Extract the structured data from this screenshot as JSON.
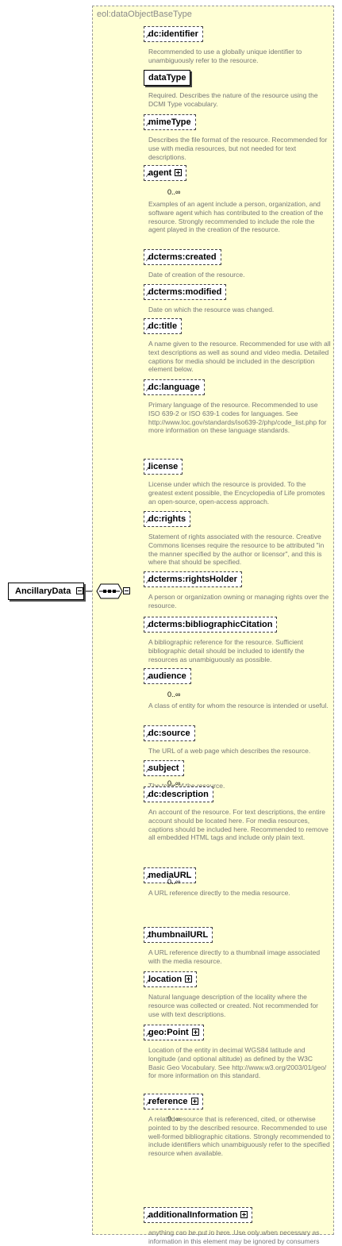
{
  "root": {
    "label": "AncillaryData"
  },
  "group": {
    "title": "eol:dataObjectBaseType"
  },
  "elements": [
    {
      "label": "dc:identifier",
      "required": false,
      "expandable": false,
      "cardinality": "",
      "description": "Recommended to use a globally unique identifier to unambiguously refer to the resource."
    },
    {
      "label": "dataType",
      "required": true,
      "expandable": false,
      "cardinality": "",
      "description": "Required. Describes the nature of the resource using the DCMI Type vocabulary."
    },
    {
      "label": "mimeType",
      "required": false,
      "expandable": false,
      "cardinality": "",
      "description": "Describes the file format of the resource. Recommended for use with media resources, but not needed for text descriptions."
    },
    {
      "label": "agent",
      "required": false,
      "expandable": true,
      "cardinality": "0..∞",
      "description": "Examples of an agent include a person, organization, and software agent which has contributed to the creation of the resource. Strongly recommended to include the role the agent played in the creation of the resource."
    },
    {
      "label": "dcterms:created",
      "required": false,
      "expandable": false,
      "cardinality": "",
      "description": "Date of creation of the resource."
    },
    {
      "label": "dcterms:modified",
      "required": false,
      "expandable": false,
      "cardinality": "",
      "description": "Date on which the resource was changed."
    },
    {
      "label": "dc:title",
      "required": false,
      "expandable": false,
      "cardinality": "",
      "description": "A name given to the resource. Recommended for use with all text descriptions as well as sound and video media. Detailed captions for media should be included in the description element below."
    },
    {
      "label": "dc:language",
      "required": false,
      "expandable": false,
      "cardinality": "",
      "description": "Primary language of the resource. Recommended to use ISO 639-2 or ISO 639-1 codes for languages. See http://www.loc.gov/standards/iso639-2/php/code_list.php for more information on these language standards."
    },
    {
      "label": "license",
      "required": false,
      "expandable": false,
      "cardinality": "",
      "description": "License under which the resource is provided. To the greatest extent possible, the Encyclopedia of Life promotes an open-source, open-access approach."
    },
    {
      "label": "dc:rights",
      "required": false,
      "expandable": false,
      "cardinality": "",
      "description": "Statement of rights associated with the resource. Creative Commons licenses require the resource to be attributed \"in the manner specified by the author or licensor\", and this is where that should be specified."
    },
    {
      "label": "dcterms:rightsHolder",
      "required": false,
      "expandable": false,
      "cardinality": "",
      "description": "A person or organization owning or managing rights over the resource."
    },
    {
      "label": "dcterms:bibliographicCitation",
      "required": false,
      "expandable": false,
      "cardinality": "",
      "description": "A bibliographic reference for the resource. Sufficient bibliographic detail should be included to identify the resources as unambiguously as possible."
    },
    {
      "label": "audience",
      "required": false,
      "expandable": false,
      "cardinality": "0..∞",
      "description": "A class of entity for whom the resource is intended or useful."
    },
    {
      "label": "dc:source",
      "required": false,
      "expandable": false,
      "cardinality": "",
      "description": "The URL of a web page which describes the resource."
    },
    {
      "label": "subject",
      "required": false,
      "expandable": false,
      "cardinality": "0..∞",
      "description": "The topic of the resource."
    },
    {
      "label": "dc:description",
      "required": false,
      "expandable": false,
      "cardinality": "",
      "description": "An account of the resource. For text descriptions, the entire account should be located here. For media resources, captions should be included here. Recommended to remove all embedded HTML tags and include only plain text."
    },
    {
      "label": "mediaURL",
      "required": false,
      "expandable": false,
      "cardinality": "0..∞",
      "description": "A URL reference directly to the media resource."
    },
    {
      "label": "thumbnailURL",
      "required": false,
      "expandable": false,
      "cardinality": "",
      "description": "A URL reference directly to a thumbnail image associated with the media resource."
    },
    {
      "label": "location",
      "required": false,
      "expandable": true,
      "cardinality": "",
      "description": "Natural language description of the locality where the resource was collected or created. Not recommended for use with text descriptions."
    },
    {
      "label": "geo:Point",
      "required": false,
      "expandable": true,
      "cardinality": "",
      "description": "Location of the entity in decimal WGS84 latitude and longitude (and optional altitude) as defined by the W3C Basic Geo Vocabulary. See http://www.w3.org/2003/01/geo/ for more information on this standard."
    },
    {
      "label": "reference",
      "required": false,
      "expandable": true,
      "cardinality": "0..∞",
      "description": "A related resource that is referenced, cited, or otherwise pointed to by the described resource. Recommended to use well-formed bibliographic citations. Strongly recommended to include identifiers which unambiguously refer to the specified resource when available."
    },
    {
      "label": "additionalInformation",
      "required": false,
      "expandable": true,
      "cardinality": "",
      "description": "anything can be put in here. Use only when necessary as information in this element may be ignored by consumers"
    }
  ]
}
